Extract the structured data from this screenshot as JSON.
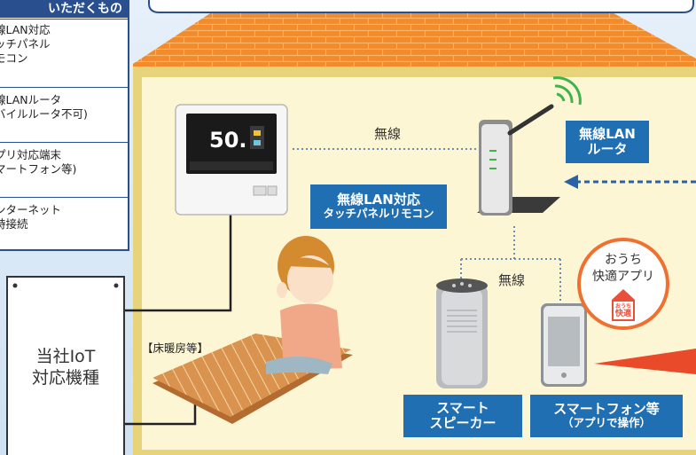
{
  "requirements": {
    "title": "いただくもの",
    "items": [
      [
        "線LAN対応",
        "ッチパネル",
        "モコン"
      ],
      [
        "線LANルータ",
        "バイルルータ不可)"
      ],
      [
        "プリ対応端末",
        "マートフォン等)"
      ],
      [
        "ンターネット",
        "時接続"
      ]
    ]
  },
  "labels": {
    "wireless_top": "無線",
    "wireless_bottom": "無線",
    "router": [
      "無線LAN",
      "ルータ"
    ],
    "remote": [
      "無線LAN対応",
      "タッチパネルリモコン"
    ],
    "floor_heating": "【床暖房等】",
    "iot_device": [
      "当社IoT",
      "対応機種"
    ],
    "speaker": [
      "スマート",
      "スピーカー"
    ],
    "smartphone": [
      "スマートフォン等",
      "（アプリで操作）"
    ],
    "app": [
      "おうち",
      "快適アプリ"
    ],
    "app_icon": [
      "おうち",
      "快適"
    ],
    "remote_screen_value": "50."
  },
  "colors": {
    "house_wall": "#fdf6d4",
    "house_frame": "#e7d47a",
    "roof": "#f08a2b",
    "label_blue": "#1f6fb2",
    "panel_border": "#2a4f8f",
    "app_circle": "#f07030"
  }
}
